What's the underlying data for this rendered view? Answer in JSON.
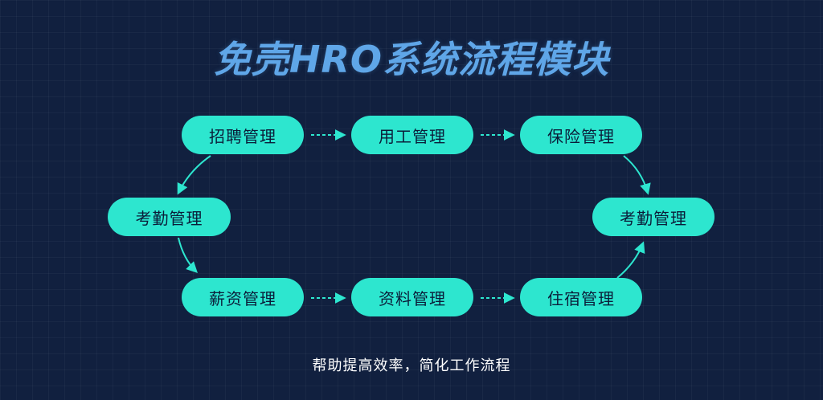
{
  "title": "免壳HRO系统流程模块",
  "nodes": {
    "recruit": "招聘管理",
    "employ": "用工管理",
    "insurance": "保险管理",
    "attendance_left": "考勤管理",
    "attendance_right": "考勤管理",
    "salary": "薪资管理",
    "documents": "资料管理",
    "housing": "住宿管理"
  },
  "subtitle": "帮助提高效率，简化工作流程",
  "colors": {
    "background": "#11203f",
    "title": "#5fa6e8",
    "node_fill": "#2de6cf",
    "node_text": "#0b1d39",
    "arrow": "#2de6cf"
  }
}
